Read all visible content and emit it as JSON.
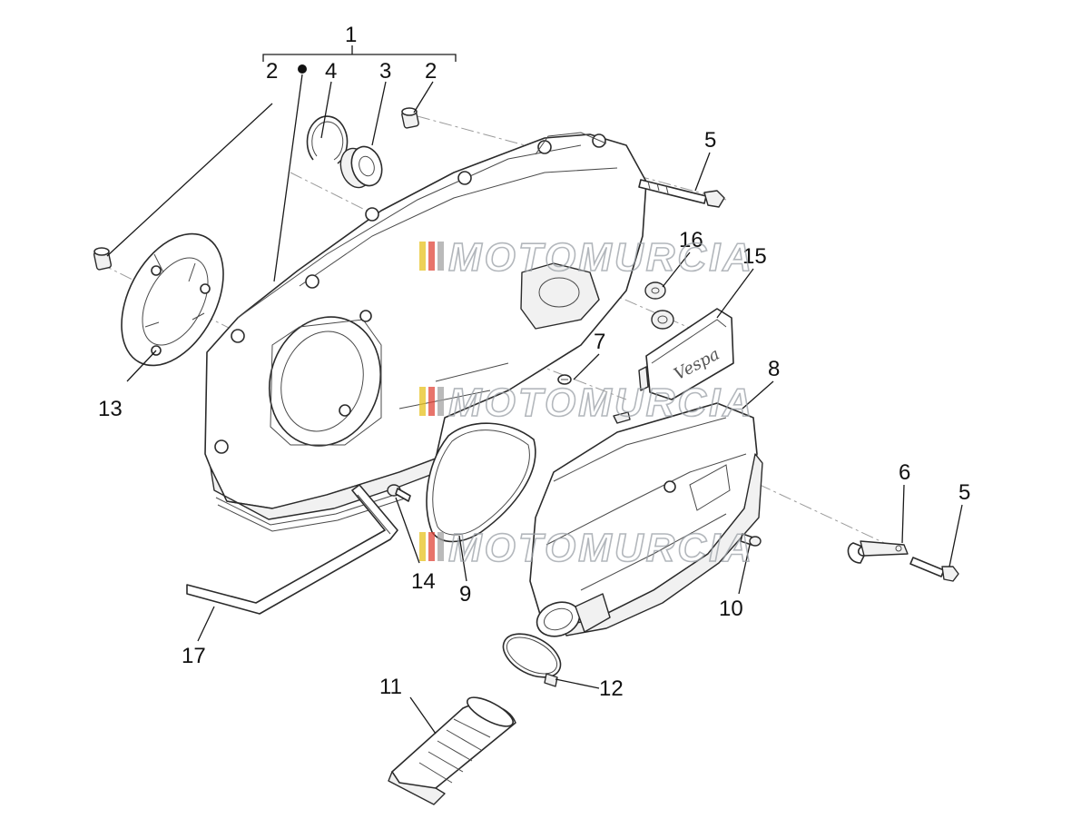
{
  "watermark": {
    "text": "MOTOMURCIA",
    "stripe_colors": [
      "#e7c21f",
      "#e0463a",
      "#a3a3a3"
    ]
  },
  "callouts": {
    "c1": "1",
    "c2a": "2",
    "c2b": "2",
    "c3": "3",
    "c4": "4",
    "c5a": "5",
    "c5b": "5",
    "c6": "6",
    "c7": "7",
    "c8": "8",
    "c9": "9",
    "c10": "10",
    "c11": "11",
    "c12": "12",
    "c13": "13",
    "c14": "14",
    "c15": "15",
    "c16": "16",
    "c17": "17"
  },
  "emblem_script": "Vespa"
}
